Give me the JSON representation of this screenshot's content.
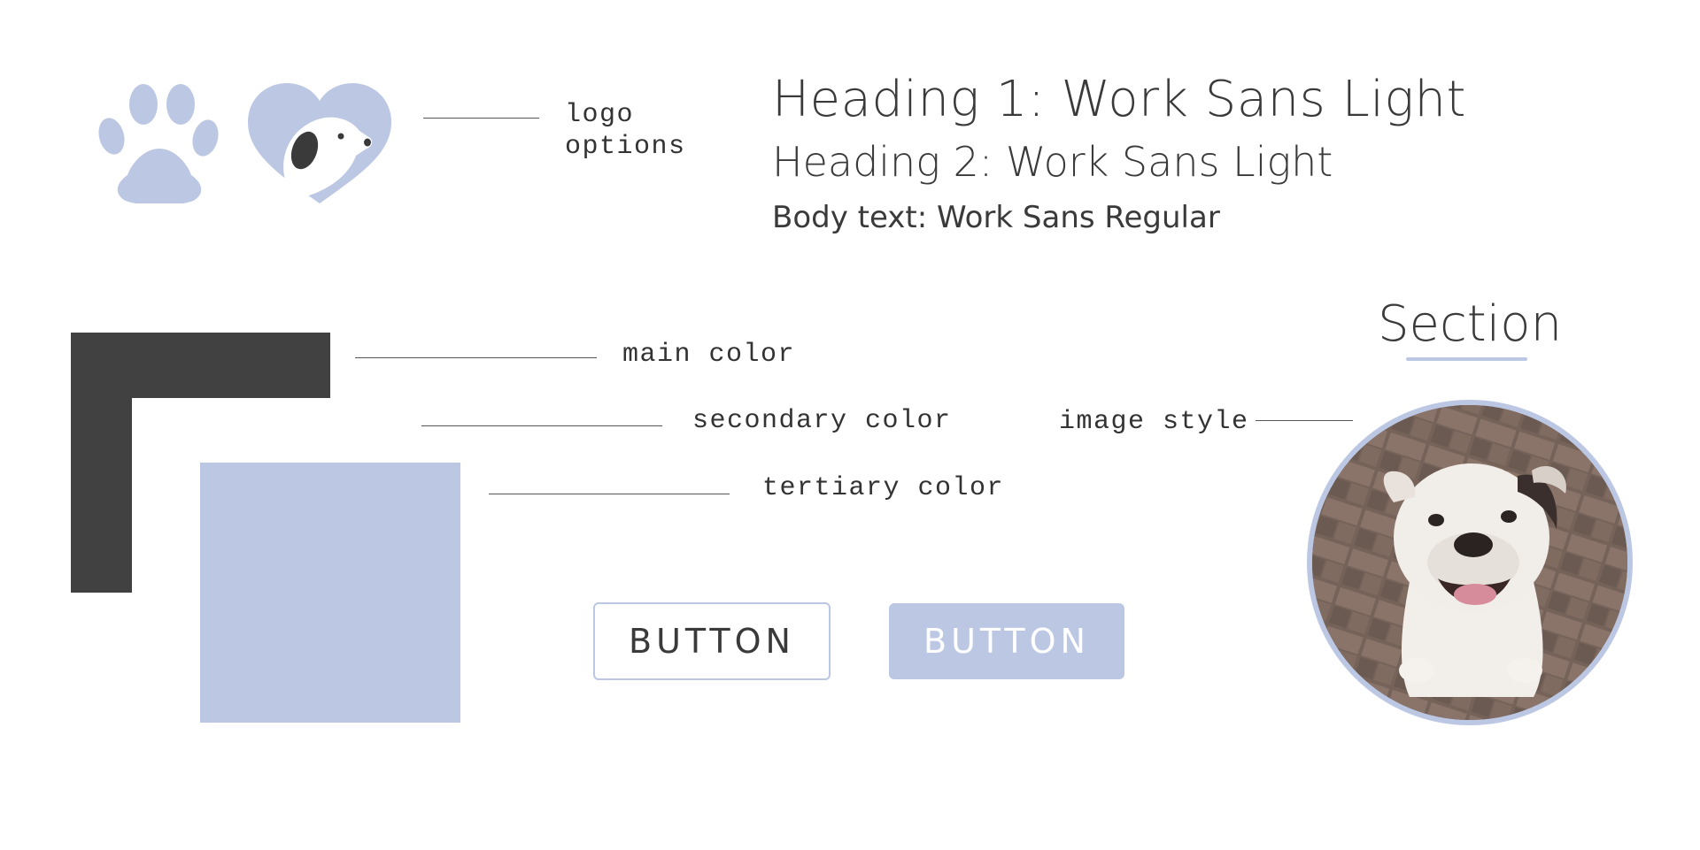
{
  "colors": {
    "main": "#414141",
    "secondary": "#ffffff",
    "tertiary": "#bcc8e3"
  },
  "logos": {
    "icons": [
      "paw-print-icon",
      "heart-dog-icon"
    ],
    "label": "logo\noptions"
  },
  "typography": {
    "heading1": "Heading 1: Work Sans Light",
    "heading2": "Heading 2: Work Sans Light",
    "body": "Body text: Work Sans Regular"
  },
  "swatches": {
    "main_label": "main color",
    "secondary_label": "secondary color",
    "tertiary_label": "tertiary color"
  },
  "section": {
    "title": "Section"
  },
  "image": {
    "label": "image style",
    "subject": "bulldog-photo"
  },
  "buttons": {
    "outline_label": "BUTTON",
    "filled_label": "BUTTON"
  }
}
